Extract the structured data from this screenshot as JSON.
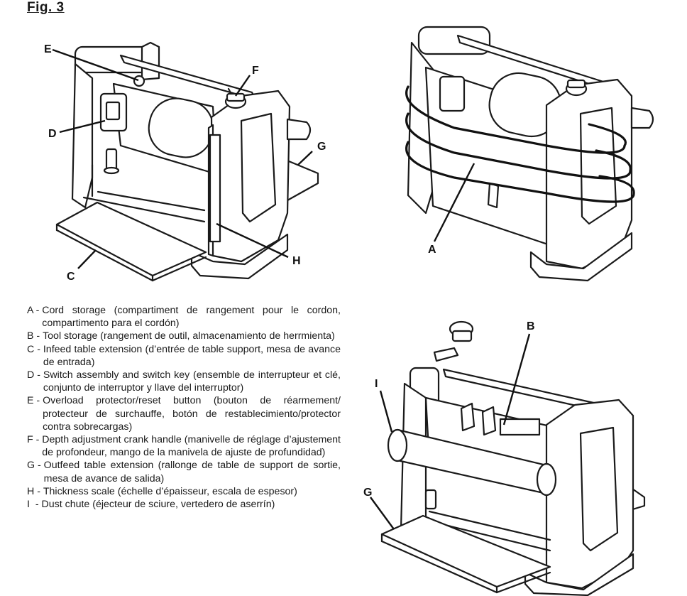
{
  "figure": {
    "title": "Fig. 3"
  },
  "callouts": {
    "E": "E",
    "F": "F",
    "D": "D",
    "G": "G",
    "C": "C",
    "H": "H",
    "A": "A",
    "B": "B",
    "I": "I",
    "G2": "G"
  },
  "legend": [
    {
      "key": "A - ",
      "text": "Cord storage (compartiment de rangement pour le cordon, compartimento para el cordón)"
    },
    {
      "key": "B - ",
      "text": "Tool storage (rangement de outil, almacenamiento de herrmienta)"
    },
    {
      "key": "C - ",
      "text": "Infeed table extension (d’entrée de table support, mesa de avance de entrada)"
    },
    {
      "key": "D - ",
      "text": "Switch assembly and switch key (ensemble de interrupteur et clé, conjunto de interruptor y llave del interruptor)"
    },
    {
      "key": "E - ",
      "text": "Overload protector/reset button (bouton de réarmement/ protecteur de surchauffe, botón de restablecimiento/protector contra sobrecargas)"
    },
    {
      "key": "F - ",
      "text": "Depth adjustment crank handle (manivelle de réglage d’ajustement de profondeur, mango de la manivela de ajuste de profundidad)"
    },
    {
      "key": "G - ",
      "text": "Outfeed table extension (rallonge de table de support de sortie, mesa de avance de salida)"
    },
    {
      "key": "H - ",
      "text": "Thickness scale (échelle d’épaisseur, escala de espesor)"
    },
    {
      "key": "I  - ",
      "text": "Dust chute (éjecteur de sciure, vertedero de aserrín)"
    }
  ]
}
